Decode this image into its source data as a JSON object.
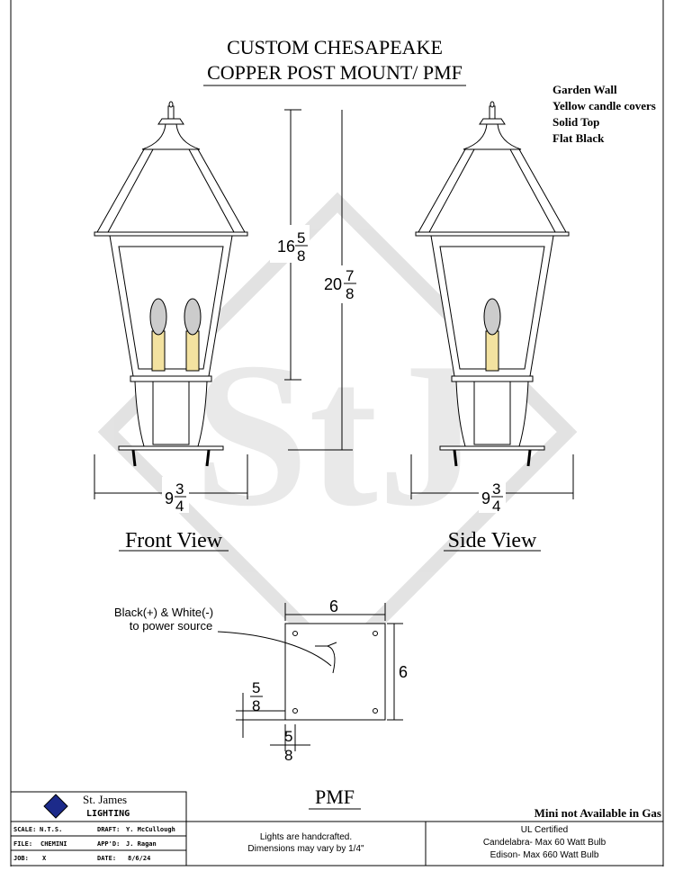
{
  "title": {
    "line1": "CUSTOM CHESAPEAKE",
    "line2": "COPPER POST MOUNT/ PMF"
  },
  "notes": [
    "Garden Wall",
    "Yellow candle covers",
    "Solid Top",
    "Flat Black"
  ],
  "front_view": {
    "label": "Front View",
    "height_inner": {
      "whole": "16",
      "num": "5",
      "den": "8"
    },
    "height_total": {
      "whole": "20",
      "num": "7",
      "den": "8"
    },
    "width": {
      "whole": "9",
      "num": "3",
      "den": "4"
    }
  },
  "side_view": {
    "label": "Side View",
    "width": {
      "whole": "9",
      "num": "3",
      "den": "4"
    }
  },
  "mount": {
    "wire_note_1": "Black(+) & White(-)",
    "wire_note_2": "to power source",
    "width": "6",
    "height": "6",
    "offset_num": "5",
    "offset_den": "8"
  },
  "title_block": {
    "company_1": "St. James",
    "company_2": "LIGHTING",
    "model": "PMF",
    "gas_note": "Mini not Available in Gas",
    "scale_label": "SCALE:",
    "scale": "N.T.S.",
    "draft_label": "DRAFT:",
    "draft": "Y. McCullough",
    "file_label": "FILE:",
    "file": "CHEMINI",
    "appd_label": "APP'D:",
    "appd": "J. Ragan",
    "job_label": "JOB:",
    "job": "X",
    "date_label": "DATE:",
    "date": "8/6/24",
    "handcrafted_1": "Lights are handcrafted.",
    "handcrafted_2": "Dimensions may vary by 1/4\"",
    "ul_1": "UL Certified",
    "ul_2": "Candelabra- Max 60 Watt Bulb",
    "ul_3": "Edison- Max 660 Watt Bulb"
  }
}
